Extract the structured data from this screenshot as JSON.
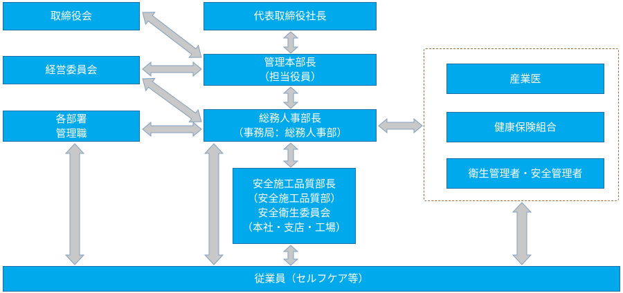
{
  "nodes": {
    "board": "取締役会",
    "president": "代表取締役社長",
    "management_committee": "経営委員会",
    "admin_head": "管理本部長\n（担当役員）",
    "dept_managers": "各部署\n管理職",
    "hr_head": "総務人事部長\n（事務局：総務人事部）",
    "safety_head": "安全施工品質部長\n（安全施工品質部）\n安全衛生委員会\n（本社・支店・工場）",
    "industrial_doctor": "産業医",
    "health_insurance": "健康保険組合",
    "hygiene_manager": "衛生管理者・安全管理者",
    "employees": "従業員（セルフケア等）"
  },
  "colors": {
    "box_fill": "#00a8ec",
    "box_border": "#1a6fa8",
    "arrow_fill": "#c8c8c8",
    "arrow_stroke": "#7f9fc0",
    "dashed_border": "#9b6a3f"
  }
}
